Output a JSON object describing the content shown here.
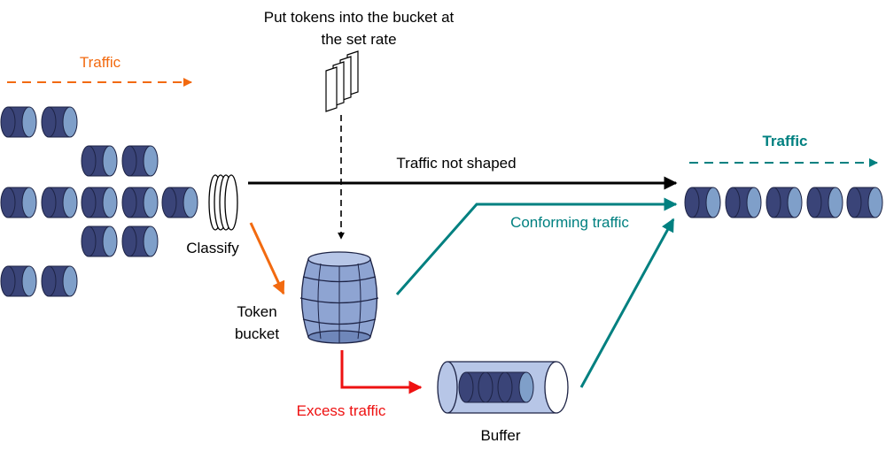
{
  "labels": {
    "tokens_line1": "Put tokens into the bucket at",
    "tokens_line2": "the set rate",
    "traffic_in": "Traffic",
    "traffic_out": "Traffic",
    "not_shaped": "Traffic not shaped",
    "conforming": "Conforming traffic",
    "classify": "Classify",
    "token_line1": "Token",
    "token_line2": "bucket",
    "excess": "Excess traffic",
    "buffer": "Buffer"
  },
  "colors": {
    "packet_dark": "#3a4478",
    "packet_light": "#7f9fc9",
    "orange": "#f26a10",
    "teal": "#008080",
    "red": "#ee1111",
    "black": "#000000",
    "barrel": "#8ea4d2",
    "buffer_fill": "#b7c6e7"
  },
  "icons": {
    "packet": "packet-icon",
    "tokens": "token-cards-icon",
    "classifier": "classifier-icon",
    "bucket": "barrel-icon",
    "buffer": "buffer-tube-icon"
  }
}
